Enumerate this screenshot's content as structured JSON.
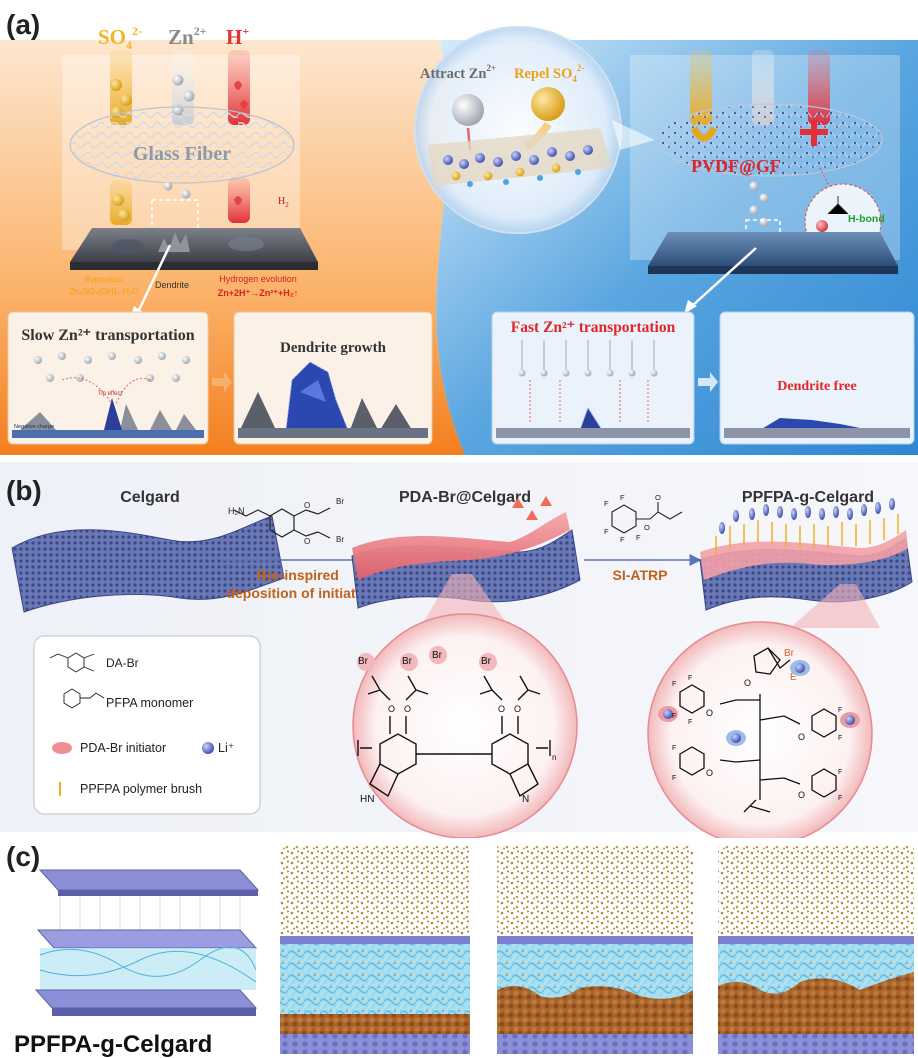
{
  "panel_a": {
    "label": "(a)",
    "ions": {
      "sulfate": "SO",
      "sulfate_sub": "4",
      "sulfate_sup": "2-",
      "zinc": "Zn",
      "zinc_sup": "2+",
      "proton": "H",
      "proton_sup": "+"
    },
    "glass_fiber_label": "Glass Fiber",
    "h2_label": "H",
    "h2_sub": "2",
    "byproduct_title": "Byproduct",
    "byproduct_formula": "Zn₄SO₄(OH)₆·H₂O",
    "dendrite_label": "Dendrite",
    "hydrogen_title": "Hydrogen evolution",
    "hydrogen_formula": "Zn+2H⁺→Zn²⁺+H₂↑",
    "attract_label": "Attract Zn",
    "attract_sup": "2+",
    "repel_label": "Repel SO",
    "repel_sub": "4",
    "repel_sup": "2-",
    "pvdf_label": "PVDF@GF",
    "hbond_label": "H-bond",
    "slow_title": "Slow Zn²⁺ transportation",
    "dendrite_growth_title": "Dendrite growth",
    "fast_title": "Fast Zn²⁺ transportation",
    "dendrite_free_title": "Dendrite free",
    "negative_charge": "Negative charge",
    "tip_effect": "Tip effect",
    "electron": "e⁻"
  },
  "panel_b": {
    "label": "(b)",
    "celgard_title": "Celgard",
    "pda_title": "PDA-Br@Celgard",
    "ppfpa_title": "PPFPA-g-Celgard",
    "step1_line1": "Bio-inspired",
    "step1_line2": "deposition of initiator",
    "step2": "SI-ATRP",
    "legend": {
      "dabr": "DA-Br",
      "pfpa": "PFPA monomer",
      "initiator": "PDA-Br initiator",
      "li": "Li⁺",
      "brush": "PPFPA polymer brush"
    },
    "chem": {
      "br": "Br",
      "o": "O",
      "n": "N",
      "hn": "HN",
      "h2n": "H₂N",
      "f": "F",
      "li": "Li⁺",
      "e": "E",
      "nsub": "n"
    }
  },
  "panel_c": {
    "label": "(c)",
    "model_label": "PPFPA-g-Celgard"
  },
  "colors": {
    "orange": "#f7902c",
    "blue_bg": "#5aa6e0",
    "separator_blue": "#5b6aa8",
    "pink": "#e05a66",
    "zn_gold": "#b68a3a",
    "cyan": "#6cc6e6",
    "red_text": "#e0262a",
    "brown_text": "#c0621a",
    "accent_text": "#f0a010"
  }
}
